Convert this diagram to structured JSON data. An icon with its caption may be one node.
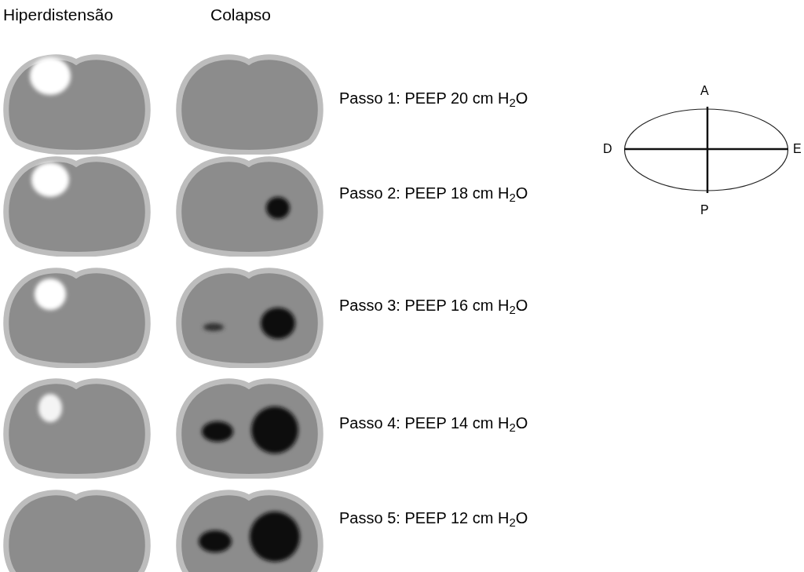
{
  "diagram": {
    "labels": [
      "Hiperdistensão",
      "Colapso",
      "A",
      "Passo 1: PEEP 20 cm H$_{2}$O",
      "D",
      "E",
      "Passo 2: PEEP 18 cm H$_{2}$O",
      "P",
      "Passo 3: PEEP 16 cm H$_{2}$O",
      "Passo 4: PEEP 14 cm H$_{2}$O",
      "Passo 5: PEEP 12 cm H$_{2}$O"
    ]
  }
}
